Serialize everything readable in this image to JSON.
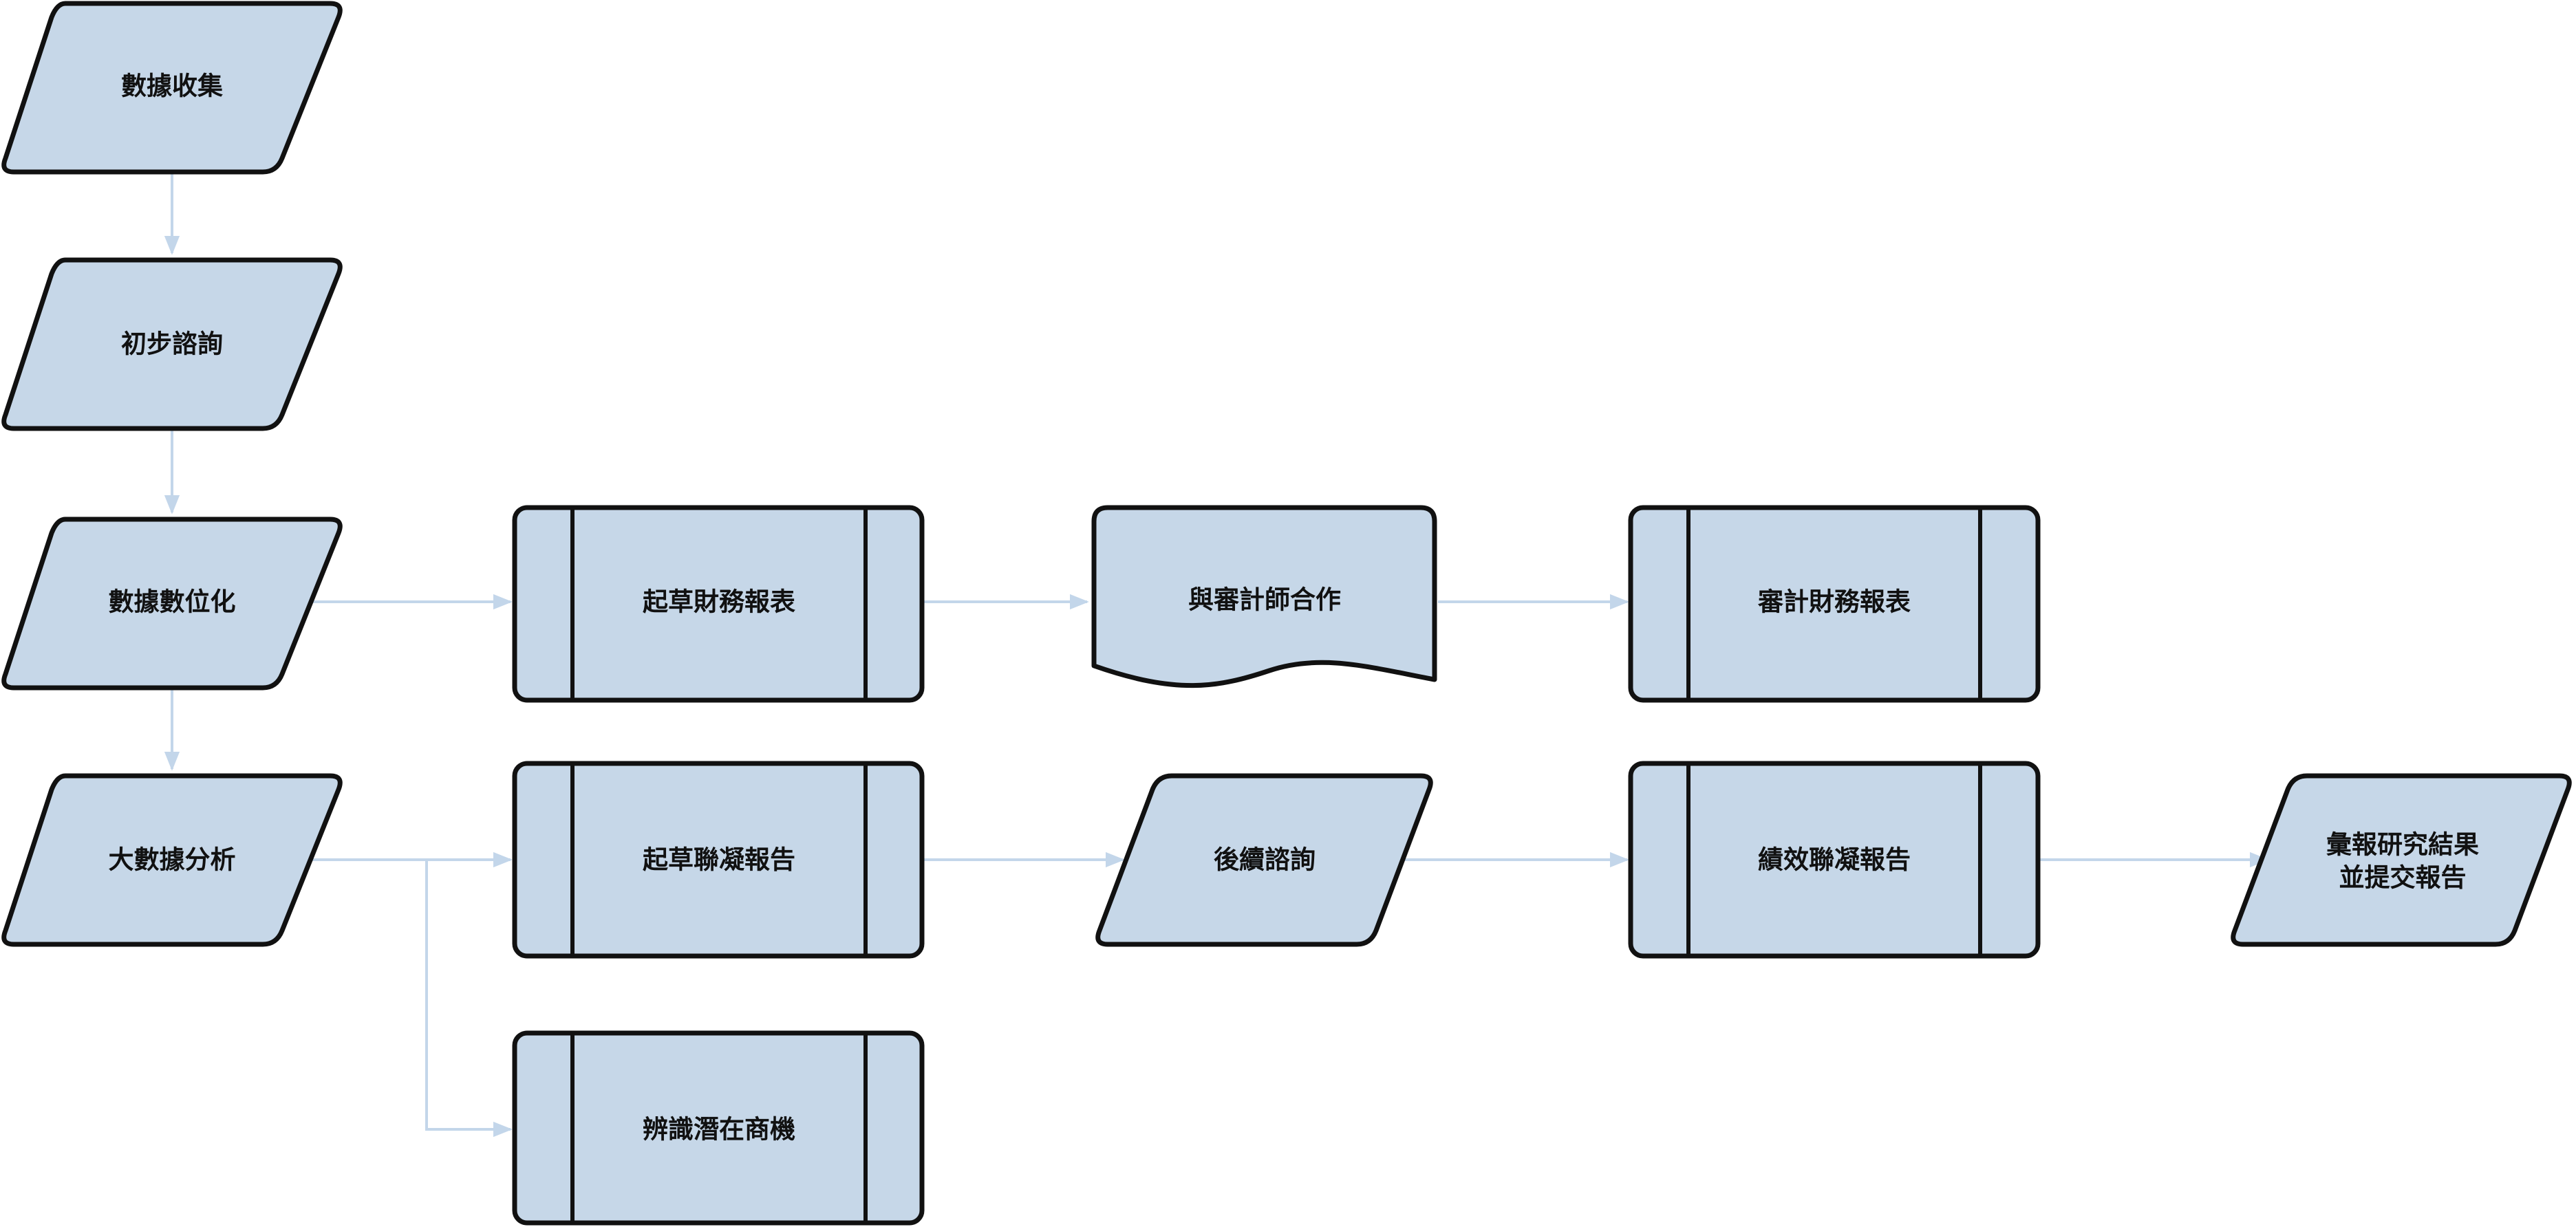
{
  "colors": {
    "node_fill": "#c6d7e8",
    "node_stroke": "#111111",
    "connector": "#c3d6ea",
    "background": "#ffffff"
  },
  "nodes": {
    "data_collection": {
      "label": "數據收集",
      "shape": "parallelogram"
    },
    "initial_consult": {
      "label": "初步諮詢",
      "shape": "parallelogram"
    },
    "data_digitization": {
      "label": "數據數位化",
      "shape": "parallelogram"
    },
    "big_data_analysis": {
      "label": "大數據分析",
      "shape": "parallelogram"
    },
    "draft_financial_statements": {
      "label": "起草財務報表",
      "shape": "predefined-process"
    },
    "work_with_auditor": {
      "label": "與審計師合作",
      "shape": "document"
    },
    "audit_financial_statements": {
      "label": "審計財務報表",
      "shape": "predefined-process"
    },
    "draft_joint_report": {
      "label": "起草聯凝報告",
      "shape": "predefined-process"
    },
    "followup_consult": {
      "label": "後續諮詢",
      "shape": "parallelogram"
    },
    "performance_joint_report": {
      "label": "績效聯凝報告",
      "shape": "predefined-process"
    },
    "present_results": {
      "label_line1": "彙報研究結果",
      "label_line2": "並提交報告",
      "shape": "parallelogram"
    },
    "identify_opportunities": {
      "label": "辨識潛在商機",
      "shape": "predefined-process"
    }
  },
  "edges": [
    {
      "from": "data_collection",
      "to": "initial_consult"
    },
    {
      "from": "initial_consult",
      "to": "data_digitization"
    },
    {
      "from": "data_digitization",
      "to": "big_data_analysis"
    },
    {
      "from": "data_digitization",
      "to": "draft_financial_statements"
    },
    {
      "from": "draft_financial_statements",
      "to": "work_with_auditor"
    },
    {
      "from": "work_with_auditor",
      "to": "audit_financial_statements"
    },
    {
      "from": "big_data_analysis",
      "to": "draft_joint_report"
    },
    {
      "from": "big_data_analysis",
      "to": "identify_opportunities"
    },
    {
      "from": "draft_joint_report",
      "to": "followup_consult"
    },
    {
      "from": "followup_consult",
      "to": "performance_joint_report"
    },
    {
      "from": "performance_joint_report",
      "to": "present_results"
    }
  ]
}
